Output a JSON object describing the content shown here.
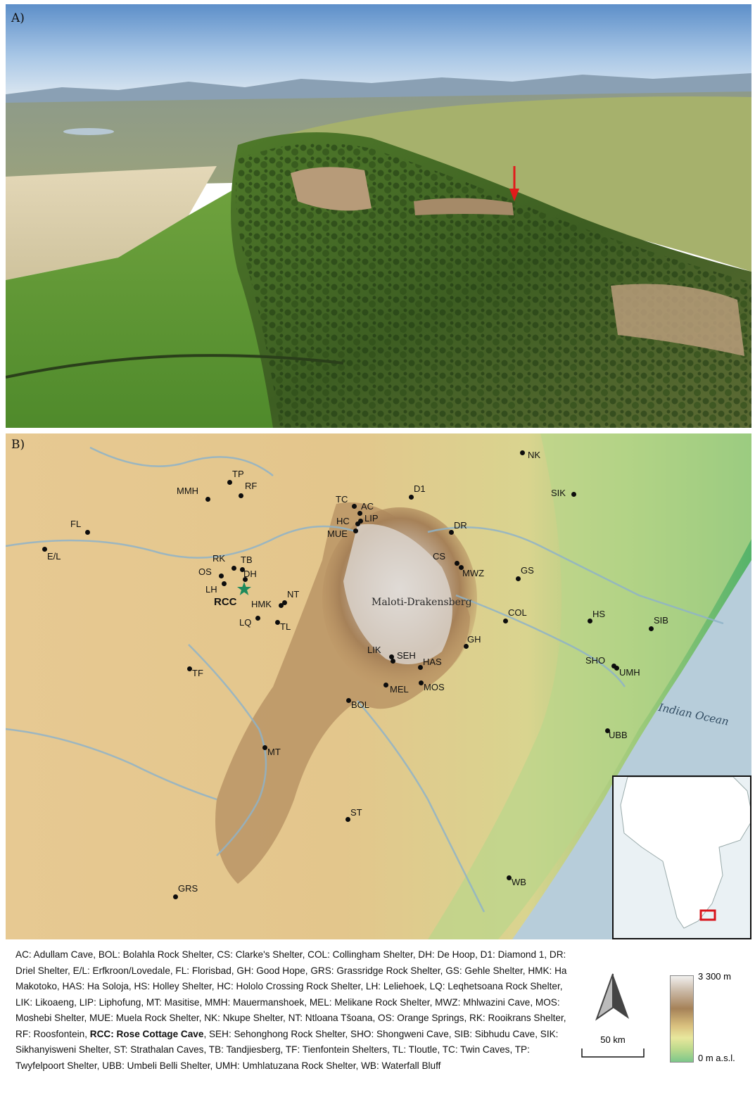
{
  "panel_a": {
    "letter": "A)"
  },
  "panel_b": {
    "letter": "B)",
    "region_label": "Maloti-Drakensberg",
    "ocean_label": "Indian Ocean",
    "sites": [
      {
        "code": "NK"
      },
      {
        "code": "TP"
      },
      {
        "code": "RF"
      },
      {
        "code": "MMH"
      },
      {
        "code": "D1"
      },
      {
        "code": "SIK"
      },
      {
        "code": "TC"
      },
      {
        "code": "AC"
      },
      {
        "code": "HC"
      },
      {
        "code": "LIP"
      },
      {
        "code": "MUE"
      },
      {
        "code": "DR"
      },
      {
        "code": "FL"
      },
      {
        "code": "E/L"
      },
      {
        "code": "RK"
      },
      {
        "code": "TB"
      },
      {
        "code": "OS"
      },
      {
        "code": "DH"
      },
      {
        "code": "LH"
      },
      {
        "code": "CS"
      },
      {
        "code": "MWZ"
      },
      {
        "code": "GS"
      },
      {
        "code": "NT"
      },
      {
        "code": "HMK"
      },
      {
        "code": "LQ"
      },
      {
        "code": "TL"
      },
      {
        "code": "COL"
      },
      {
        "code": "HS"
      },
      {
        "code": "SIB"
      },
      {
        "code": "GH"
      },
      {
        "code": "LIK"
      },
      {
        "code": "SEH"
      },
      {
        "code": "HAS"
      },
      {
        "code": "SHO"
      },
      {
        "code": "UMH"
      },
      {
        "code": "TF"
      },
      {
        "code": "MEL"
      },
      {
        "code": "MOS"
      },
      {
        "code": "BOL"
      },
      {
        "code": "UBB"
      },
      {
        "code": "MT"
      },
      {
        "code": "ST"
      },
      {
        "code": "WB"
      },
      {
        "code": "GRS"
      }
    ],
    "highlight_site": "RCC"
  },
  "legend": {
    "scale_label": "50 km",
    "elevation_max": "3 300 m",
    "elevation_min": "0 m a.s.l.",
    "caption_before_bold": "AC: Adullam Cave, BOL: Bolahla Rock Shelter, CS: Clarke's Shelter, COL: Collingham Shelter, DH: De Hoop, D1: Diamond 1, DR: Driel Shelter, E/L: Erfkroon/Lovedale, FL: Florisbad, GH: Good Hope, GRS: Grassridge Rock Shelter, GS: Gehle Shelter, HMK: Ha Makotoko, HAS: Ha Soloja, HS: Holley Shelter, HC: Hololo Crossing Rock Shelter, LH: Leliehoek, LQ: Leqhetsoana Rock Shelter, LIK: Likoaeng, LIP: Liphofung, MT: Masitise, MMH: Mauermanshoek, MEL: Melikane Rock Shelter, MWZ: Mhlwazini Cave, MOS: Moshebi Shelter, MUE: Muela Rock Shelter, NK: Nkupe Shelter, NT: Ntloana Tšoana, OS: Orange Springs, RK: Rooikrans Shelter, RF: Roosfontein, ",
    "caption_bold": "RCC: Rose Cottage Cave",
    "caption_after_bold": ", SEH: Sehonghong Rock Shelter, SHO: Shongweni Cave, SIB: Sibhudu Cave, SIK: Sikhanyisweni Shelter, ST: Strathalan Caves, TB: Tandjiesberg, TF: Tienfontein Shelters, TL: Tloutle, TC: Twin Caves, TP: Twyfelpoort Shelter, UBB: Umbeli Belli Shelter, UMH: Umhlatuzana Rock Shelter, WB: Waterfall Bluff"
  }
}
